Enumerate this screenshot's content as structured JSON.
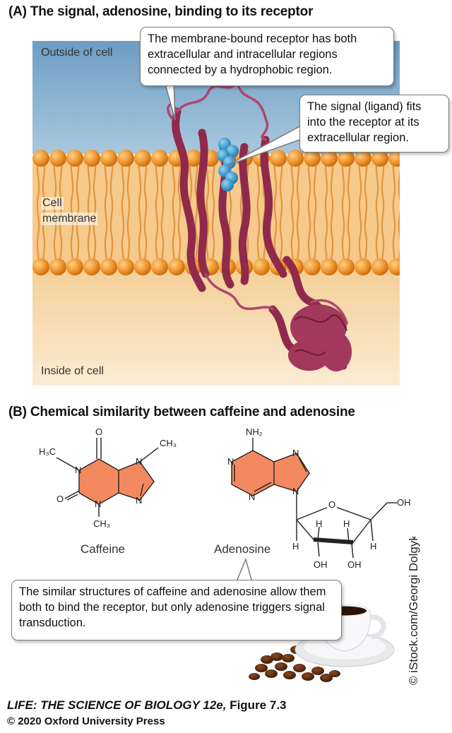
{
  "panel_a": {
    "title": "(A)  The signal, adenosine, binding to its receptor",
    "outside_label": "Outside of cell",
    "membrane_label_1": "Cell",
    "membrane_label_2": "membrane",
    "inside_label": "Inside of cell",
    "callout_receptor": "The membrane-bound receptor has both extracellular and intracellular regions connected by a hydrophobic region.",
    "callout_ligand": "The signal (ligand) fits into the receptor at its extracellular region."
  },
  "panel_b": {
    "title": "(B)  Chemical similarity between caffeine and adenosine",
    "caffeine": {
      "name": "Caffeine",
      "atoms": {
        "o_top": "O",
        "o_left": "O",
        "n1": "N",
        "n3": "N",
        "n7": "N",
        "n9": "N",
        "me_left": "H₃C",
        "me_right": "CH₃",
        "me_bottom": "CH₃"
      }
    },
    "adenosine": {
      "name": "Adenosine",
      "atoms": {
        "nh2": "NH₂",
        "n1": "N",
        "n3": "N",
        "n7": "N",
        "n9": "N",
        "o_ring": "O",
        "oh_top": "OH",
        "oh_1": "OH",
        "oh_2": "OH",
        "h1": "H",
        "h2": "H",
        "h3": "H",
        "h4": "H"
      }
    },
    "callout_similarity": "The similar structures of caffeine and adenosine allow them both to bind the receptor, but only adenosine triggers signal transduction."
  },
  "credits": {
    "photo": "© iStock.com/Georgi Dolgykh",
    "book": "LIFE: THE SCIENCE OF BIOLOGY 12e,",
    "figure": " Figure 7.3",
    "copyright": "© 2020 Oxford University Press"
  },
  "colors": {
    "outside": "#7aa7c9",
    "inside": "#f6d9a6",
    "lipid_head": "#f09a2c",
    "protein": "#8f2a4c",
    "ligand": "#2a9ad3",
    "ring_fill": "#f4895f"
  }
}
